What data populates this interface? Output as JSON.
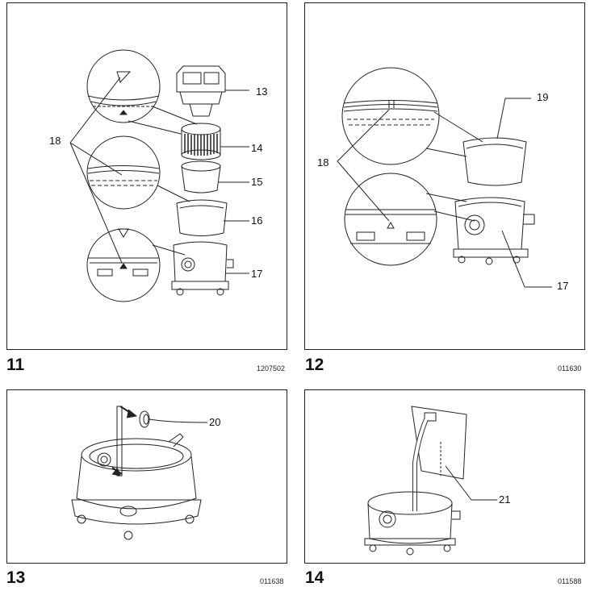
{
  "figures": [
    {
      "number": "11",
      "code": "1207502",
      "callouts": [
        "18",
        "13",
        "14",
        "15",
        "16",
        "17"
      ]
    },
    {
      "number": "12",
      "code": "011630",
      "callouts": [
        "19",
        "18",
        "17"
      ]
    },
    {
      "number": "13",
      "code": "011638",
      "callouts": [
        "20"
      ]
    },
    {
      "number": "14",
      "code": "011588",
      "callouts": [
        "21"
      ]
    }
  ]
}
